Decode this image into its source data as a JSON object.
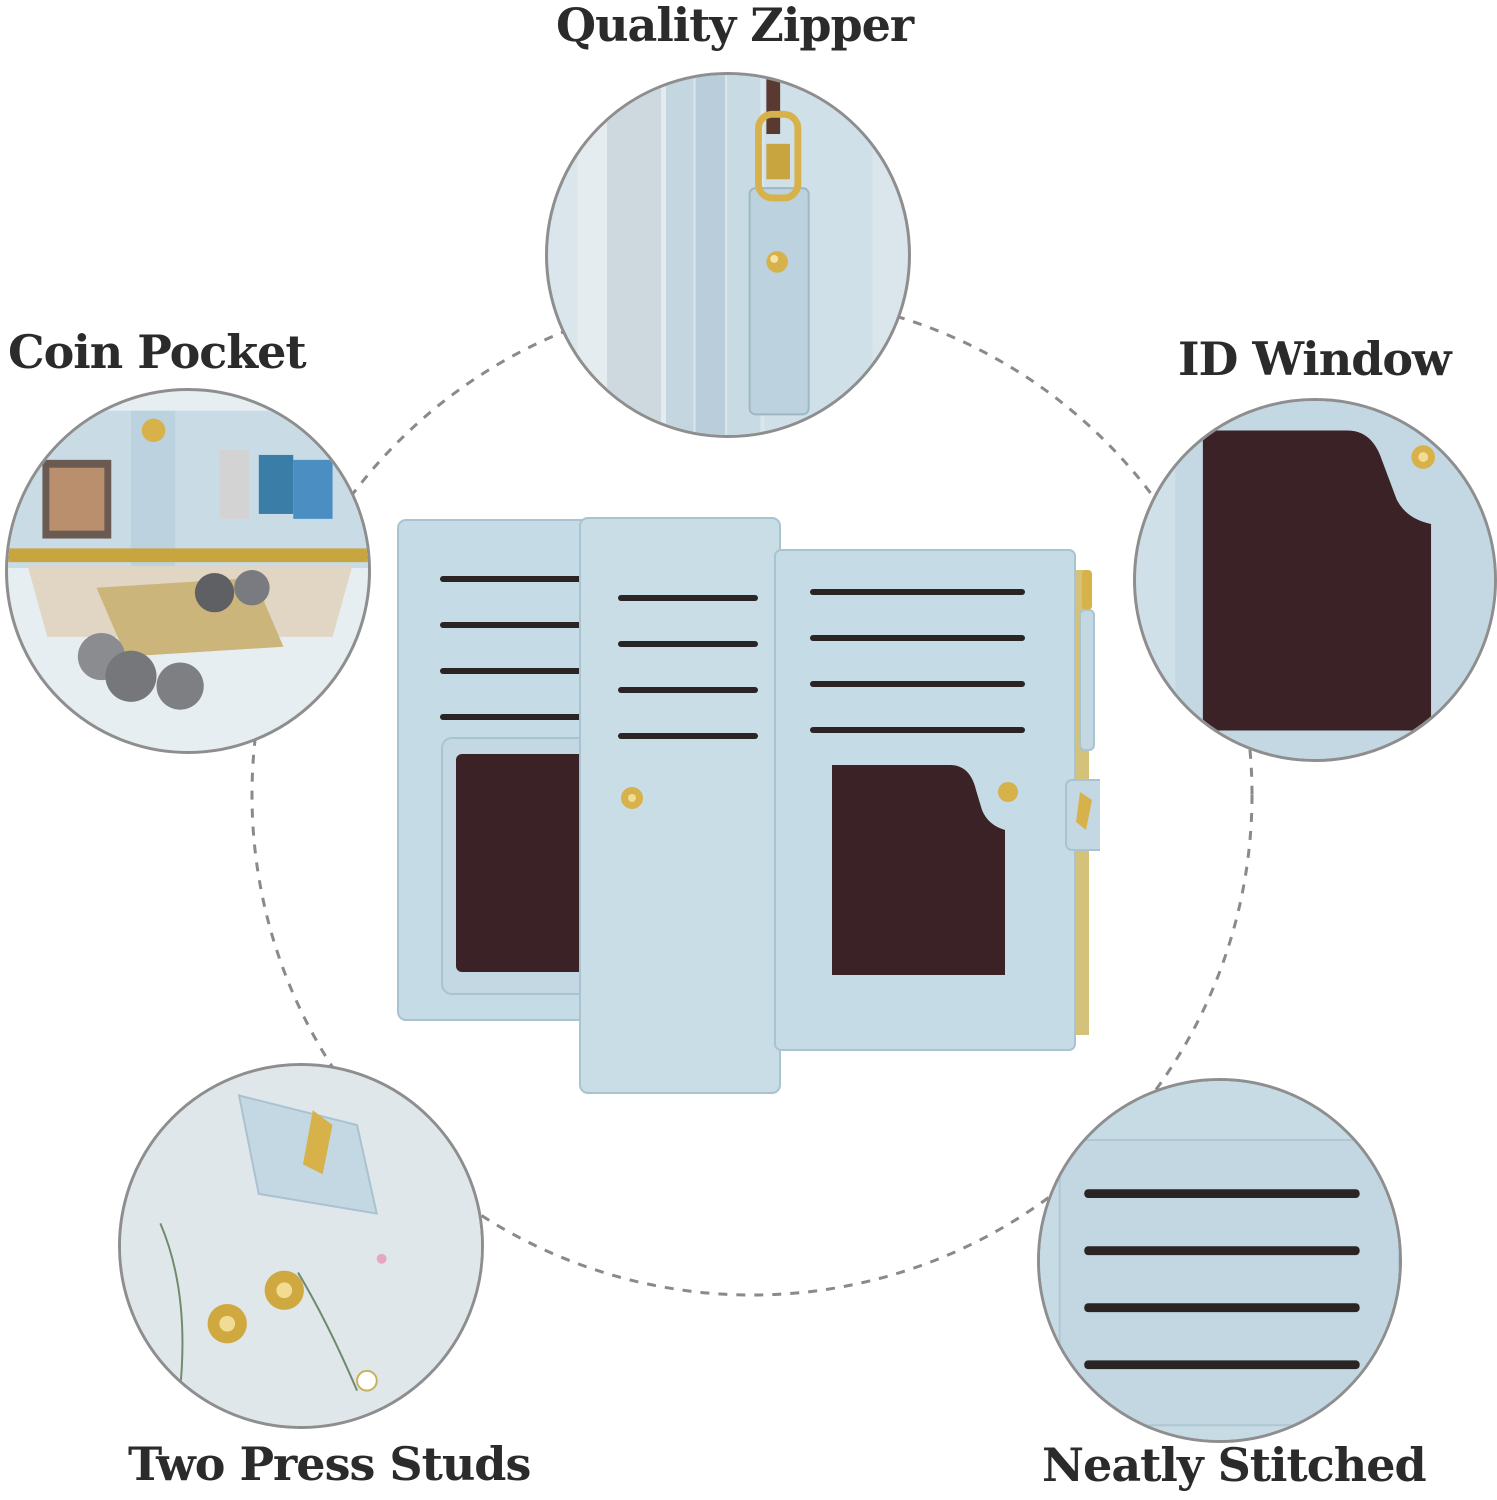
{
  "features": [
    {
      "id": "quality-zipper",
      "label": "Quality Zipper"
    },
    {
      "id": "coin-pocket",
      "label": "Coin Pocket"
    },
    {
      "id": "id-window",
      "label": "ID Window"
    },
    {
      "id": "two-press-studs",
      "label": "Two Press Studs"
    },
    {
      "id": "neatly-stitched",
      "label": "Neatly Stitched"
    }
  ],
  "colors": {
    "leather": "#c5dbe6",
    "leather_dark": "#a9c3d1",
    "window": "#3b2226",
    "slot": "#2a2424",
    "gold": "#d7b24a",
    "outline": "#8e8e8e",
    "dash": "#8a8a8a"
  }
}
